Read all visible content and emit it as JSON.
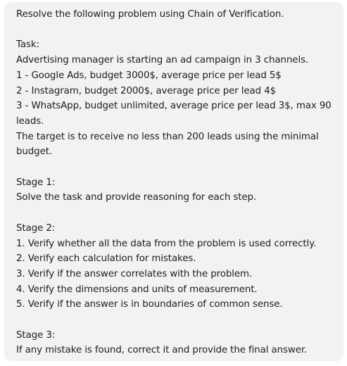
{
  "message": {
    "intro": "Resolve the following problem using Chain of Verification.",
    "task": {
      "heading": "Task:",
      "description": "Advertising manager is starting an ad campaign in 3 channels.",
      "channels": [
        "1 - Google Ads, budget 3000$, average price per lead 5$",
        "2 - Instagram, budget 2000$, average price per lead 4$",
        "3 - WhatsApp, budget unlimited, average price per lead 3$, max 90 leads."
      ],
      "target": "The target is to receive no less than 200 leads using the minimal budget."
    },
    "stage1": {
      "heading": "Stage 1:",
      "text": "Solve the task and provide reasoning for each step."
    },
    "stage2": {
      "heading": "Stage 2:",
      "items": [
        "1. Verify whether all the data from the problem is used correctly.",
        "2. Verify each calculation for mistakes.",
        "3. Verify if the answer correlates with the problem.",
        "4. Verify the dimensions and units of measurement.",
        "5. Verify if the answer is in boundaries of common sense."
      ]
    },
    "stage3": {
      "heading": "Stage 3:",
      "text": "If any mistake is found, correct it and provide the final answer."
    }
  }
}
